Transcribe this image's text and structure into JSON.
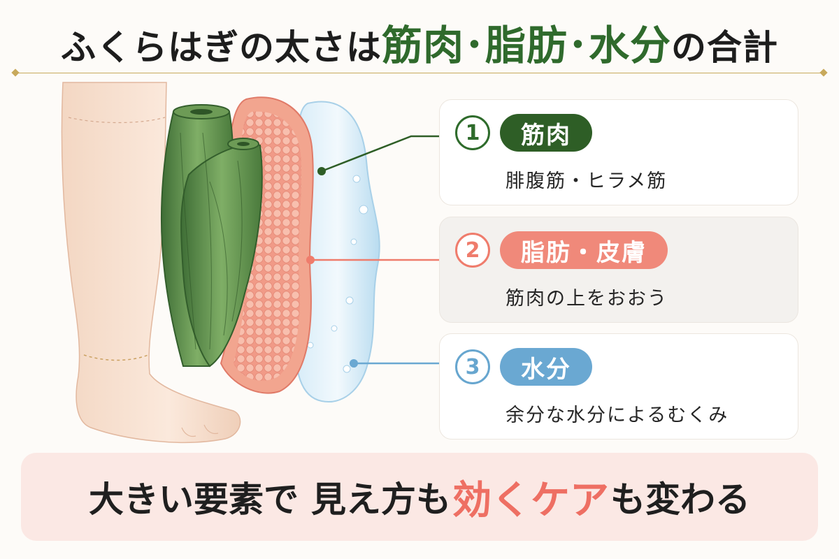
{
  "title": {
    "prefix": "ふくらはぎの太さは",
    "highlight": "筋肉･脂肪･水分",
    "suffix": "の合計"
  },
  "cards": [
    {
      "number": "1",
      "label": "筋肉",
      "description": "腓腹筋・ヒラメ筋",
      "color": "#2e5e26"
    },
    {
      "number": "2",
      "label": "脂肪・皮膚",
      "description": "筋肉の上をおおう",
      "color": "#f0897a"
    },
    {
      "number": "3",
      "label": "水分",
      "description": "余分な水分によるむくみ",
      "color": "#6aa8d2"
    }
  ],
  "banner": {
    "part1": "大きい要素で",
    "part2": "見え方も",
    "highlight": "効くケア",
    "part3": "も変わる"
  }
}
